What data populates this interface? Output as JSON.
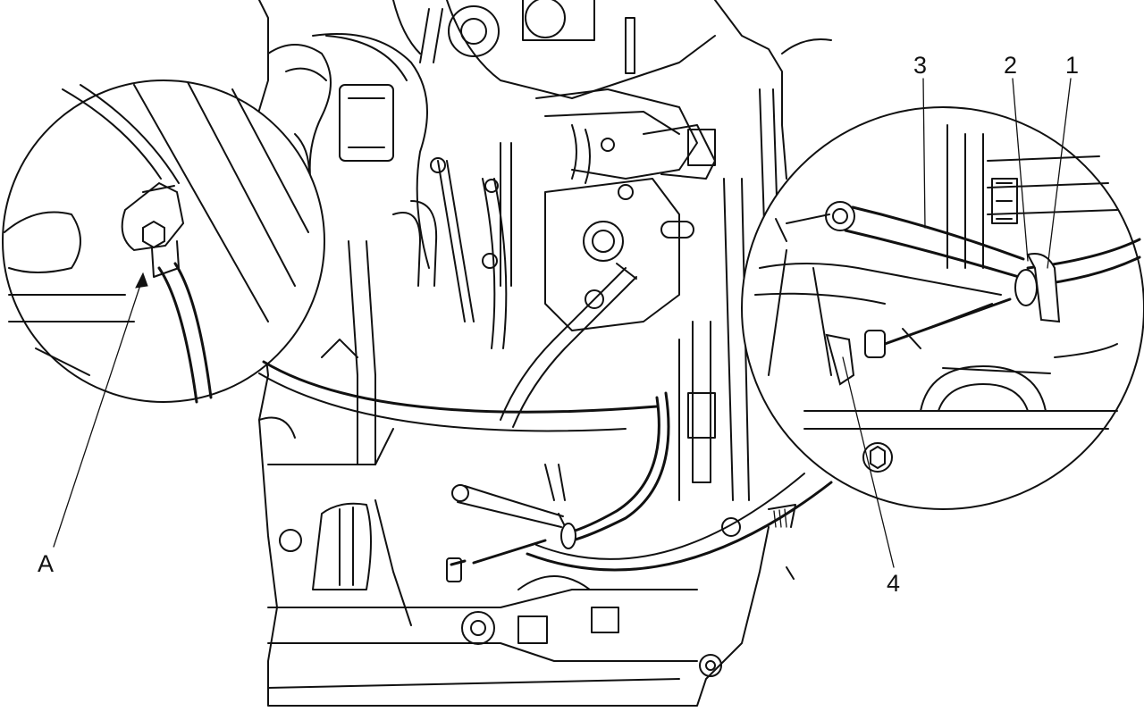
{
  "callouts": {
    "A": "A",
    "n1": "1",
    "n2": "2",
    "n3": "3",
    "n4": "4"
  }
}
